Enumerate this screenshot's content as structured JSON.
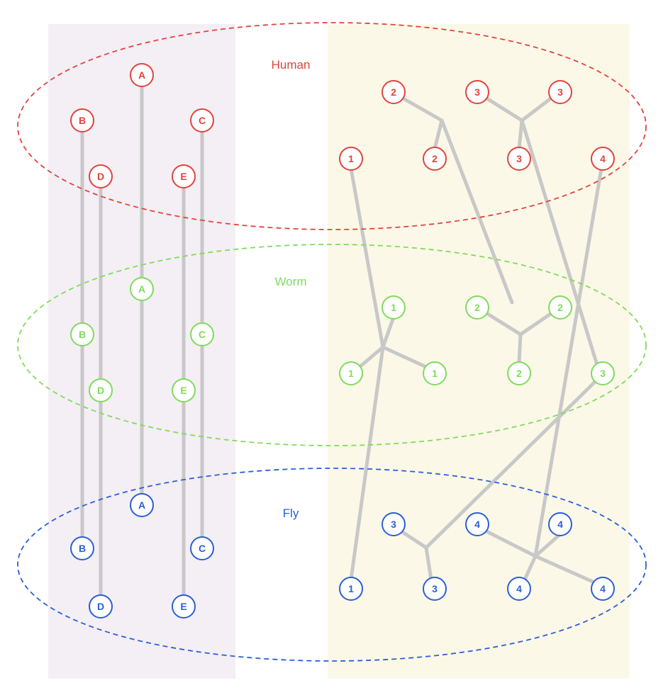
{
  "diagram": {
    "species": [
      {
        "key": "human",
        "label": "Human",
        "color": "#e0443c"
      },
      {
        "key": "worm",
        "label": "Worm",
        "color": "#7fdc5a"
      },
      {
        "key": "fly",
        "label": "Fly",
        "color": "#2a5fd8"
      }
    ],
    "panels": {
      "left_color": "#f4eef5",
      "right_color": "#fcf8e8"
    },
    "edge_color": "#c8c8c8",
    "left_nodes": {
      "human": [
        "A",
        "B",
        "C",
        "D",
        "E"
      ],
      "worm": [
        "A",
        "B",
        "C",
        "D",
        "E"
      ],
      "fly": [
        "A",
        "B",
        "C",
        "D",
        "E"
      ]
    },
    "right_nodes": {
      "human": [
        "2",
        "3",
        "3",
        "1",
        "2",
        "3",
        "4"
      ],
      "worm": [
        "1",
        "2",
        "2",
        "1",
        "1",
        "2",
        "3"
      ],
      "fly": [
        "3",
        "4",
        "4",
        "1",
        "3",
        "4",
        "4"
      ]
    }
  }
}
